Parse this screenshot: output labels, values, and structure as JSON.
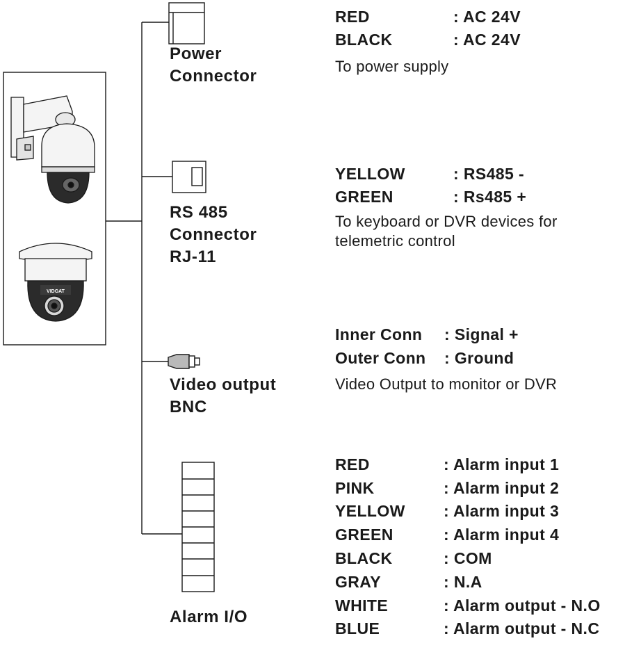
{
  "connectors": [
    {
      "id": "power",
      "label": "Power\nConnector",
      "pins": [
        {
          "color": "RED",
          "value": ": AC 24V"
        },
        {
          "color": "BLACK",
          "value": ": AC 24V"
        }
      ],
      "note": "To power supply"
    },
    {
      "id": "rs485",
      "label": "RS 485\nConnector\nRJ-11",
      "pins": [
        {
          "color": "YELLOW",
          "value": ": RS485 -"
        },
        {
          "color": "GREEN",
          "value": ": Rs485 +"
        }
      ],
      "note": "To keyboard or DVR devices for\ntelemetric control"
    },
    {
      "id": "video",
      "label": "Video output\nBNC",
      "pins": [
        {
          "color": "Inner Conn",
          "value": ": Signal +"
        },
        {
          "color": "Outer Conn",
          "value": ": Ground"
        }
      ],
      "note": "Video Output to monitor or DVR"
    },
    {
      "id": "alarm",
      "label": "Alarm I/O",
      "pins": [
        {
          "color": "RED",
          "value": ": Alarm input  1"
        },
        {
          "color": "PINK",
          "value": ": Alarm input  2"
        },
        {
          "color": "YELLOW",
          "value": ": Alarm input  3"
        },
        {
          "color": "GREEN",
          "value": ": Alarm input  4"
        },
        {
          "color": "BLACK",
          "value": ": COM"
        },
        {
          "color": "GRAY",
          "value": ": N.A"
        },
        {
          "color": "WHITE",
          "value": ": Alarm output - N.O"
        },
        {
          "color": "BLUE",
          "value": ": Alarm output - N.C"
        }
      ],
      "note": ""
    }
  ],
  "camera": {
    "brand": "VIDGAT"
  },
  "colors": {
    "line": "#1a1a1a",
    "text": "#1a1a1a",
    "body": "#f4f4f4",
    "dome": "#2b2b2b"
  }
}
